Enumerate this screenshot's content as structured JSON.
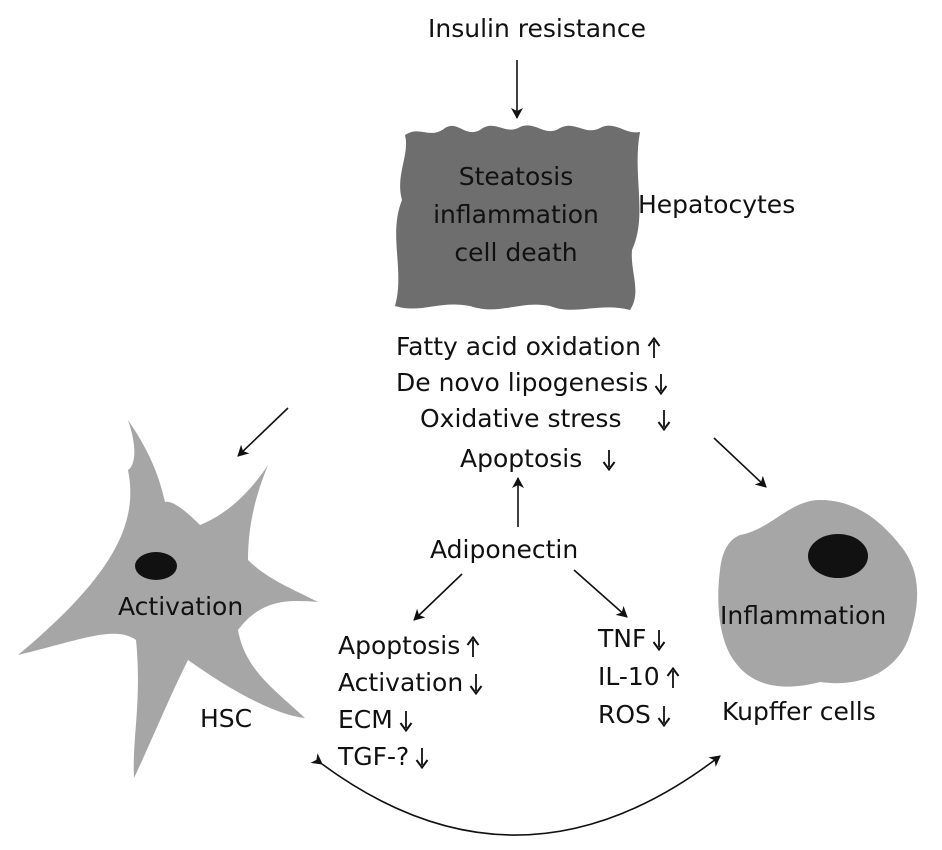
{
  "top_label": "Insulin resistance",
  "hepatocyte": {
    "lines": [
      "Steatosis",
      "inflammation",
      "cell death"
    ],
    "name": "Hepatocytes"
  },
  "hepatocyte_effects": [
    {
      "text": "Fatty acid oxidation",
      "direction": "up"
    },
    {
      "text": "De novo lipogenesis",
      "direction": "down"
    },
    {
      "text": "Oxidative stress",
      "direction": "down"
    },
    {
      "text": "Apoptosis",
      "direction": "down"
    }
  ],
  "center_label": "Adiponectin",
  "hsc": {
    "cell_label": "Activation",
    "name": "HSC",
    "effects": [
      {
        "text": "Apoptosis",
        "direction": "up"
      },
      {
        "text": "Activation",
        "direction": "down"
      },
      {
        "text": "ECM",
        "direction": "down"
      },
      {
        "text": "TGF-?",
        "direction": "down"
      }
    ]
  },
  "kupffer": {
    "cell_label": "Inflammation",
    "name": "Kupffer cells",
    "effects": [
      {
        "text": "TNF",
        "direction": "down"
      },
      {
        "text": "IL-10",
        "direction": "up"
      },
      {
        "text": "ROS",
        "direction": "down"
      }
    ]
  },
  "colors": {
    "cell_gray": "#a6a6a6",
    "hepatocyte_gray": "#6e6e6e",
    "nucleus": "#111111"
  }
}
